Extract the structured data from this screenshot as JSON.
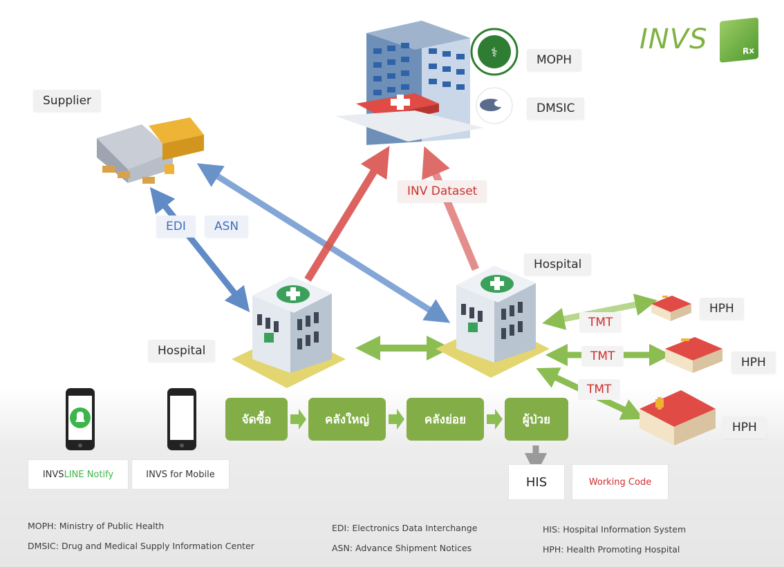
{
  "brand": {
    "text": "INVS",
    "badge": "Rx",
    "color": "#7fb241"
  },
  "labels": {
    "supplier": "Supplier",
    "moph": "MOPH",
    "dmsic": "DMSIC",
    "hospital_left": "Hospital",
    "hospital_right": "Hospital",
    "inv_dataset": "INV Dataset",
    "edi": "EDI",
    "asn": "ASN",
    "hph": [
      "HPH",
      "HPH",
      "HPH"
    ],
    "tmt": [
      "TMT",
      "TMT",
      "TMT"
    ],
    "his": "HIS",
    "working_code": "Working Code"
  },
  "flow": [
    "จัดซื้อ",
    "คลังใหญ่",
    "คลังย่อย",
    "ผู้ป่วย"
  ],
  "phones": {
    "notify_prefix": "INVS",
    "notify_highlight": "LINE Notify",
    "mobile": "INVS for Mobile"
  },
  "legend": {
    "moph": "MOPH: Ministry of Public Health",
    "dmsic": "DMSIC: Drug and Medical Supply Information Center",
    "edi": "EDI: Electronics Data Interchange",
    "asn": "ASN: Advance Shipment Notices",
    "his": "HIS: Hospital Information System",
    "hph": "HPH: Health Promoting Hospital"
  },
  "colors": {
    "green": "#82ad47",
    "blue": "#5b8bc9",
    "red": "#d9534f",
    "text_red": "#cf2c2c",
    "line_green": "#3db54a"
  }
}
